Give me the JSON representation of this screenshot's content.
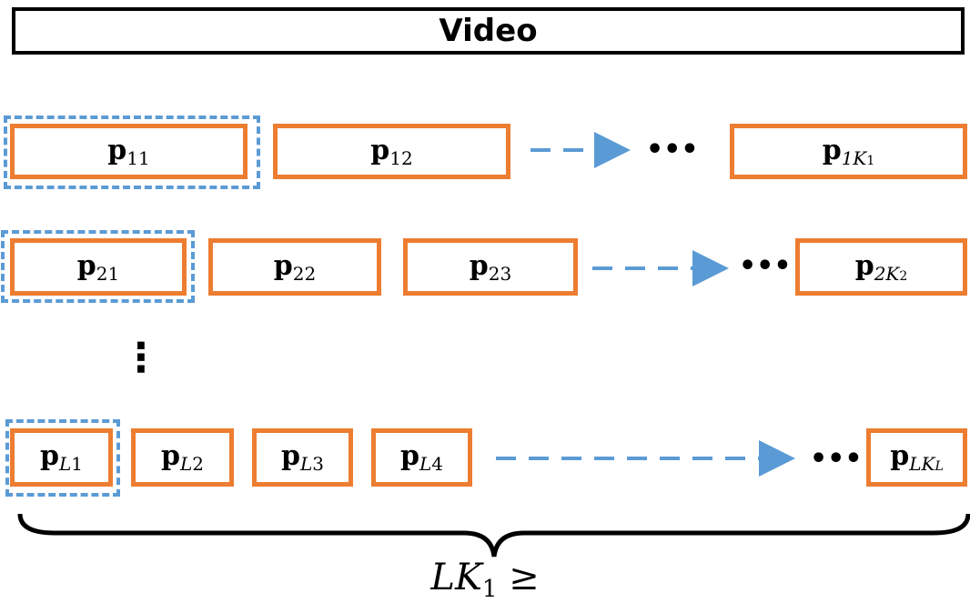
{
  "title": "Video",
  "rows": [
    {
      "segments": [
        "11",
        "12",
        "1K_1"
      ],
      "ellipsis": "•••"
    },
    {
      "segments": [
        "21",
        "22",
        "23",
        "2K_2"
      ],
      "ellipsis": "•••"
    },
    {
      "segments": [
        "L1",
        "L2",
        "L3",
        "L4",
        "LK_L"
      ],
      "ellipsis": "•••"
    }
  ],
  "segment_symbol": "p",
  "vertical_ellipsis": "⋮",
  "formula": {
    "lhs": "LK",
    "sub": "1",
    "op": "≥"
  },
  "colors": {
    "segment_border": "#ed7d31",
    "selection_border": "#5b9bd5",
    "arrow": "#5b9bd5",
    "title_border": "#000000"
  }
}
